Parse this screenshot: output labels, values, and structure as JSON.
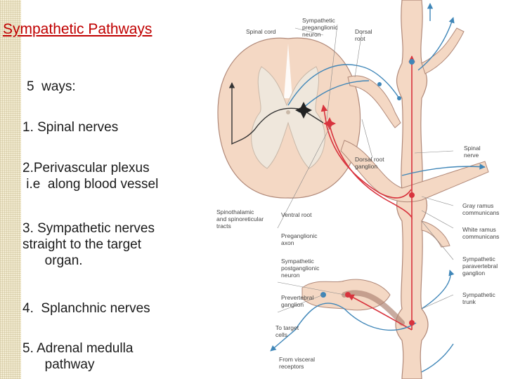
{
  "slide": {
    "title": "Sympathetic Pathways",
    "intro": "5  ways:",
    "items": [
      "1. Spinal nerves",
      "2.Perivascular plexus\n i.e  along blood vessel",
      "3. Sympathetic nerves\nstraight to the target\n      organ.",
      "4.  Splanchnic nerves",
      "5. Adrenal medulla\n      pathway"
    ]
  },
  "diagram": {
    "labels": {
      "spinal_cord": "Spinal cord",
      "preganglionic_neuron": "Sympathetic\npreganglionic\nneuron",
      "dorsal_root": "Dorsal\nroot",
      "dorsal_root_ganglion": "Dorsal root\nganglion",
      "spinal_nerve": "Spinal\nnerve",
      "spinothalamic": "Spinothalamic\nand spinoreticular\ntracts",
      "ventral_root": "Ventral root",
      "gray_ramus": "Gray ramus\ncommunicans",
      "white_ramus": "White ramus\ncommunicans",
      "preganglionic_axon": "Preganglionic\naxon",
      "paravertebral_ganglion": "Sympathetic\nparavertebral\nganglion",
      "postganglionic_neuron": "Sympathetic\npostganglionic\nneuron",
      "prevertebral_ganglion": "Prevertebral\nganglion",
      "sympathetic_trunk": "Sympathetic\ntrunk",
      "to_target_cells": "To target\ncells",
      "from_visceral_receptors": "From visceral\nreceptors"
    },
    "colors": {
      "preganglionic": "#d8333d",
      "sensory": "#3f86b8",
      "tissue": "#f4d8c4",
      "gray_matter": "#efe7dc"
    }
  }
}
